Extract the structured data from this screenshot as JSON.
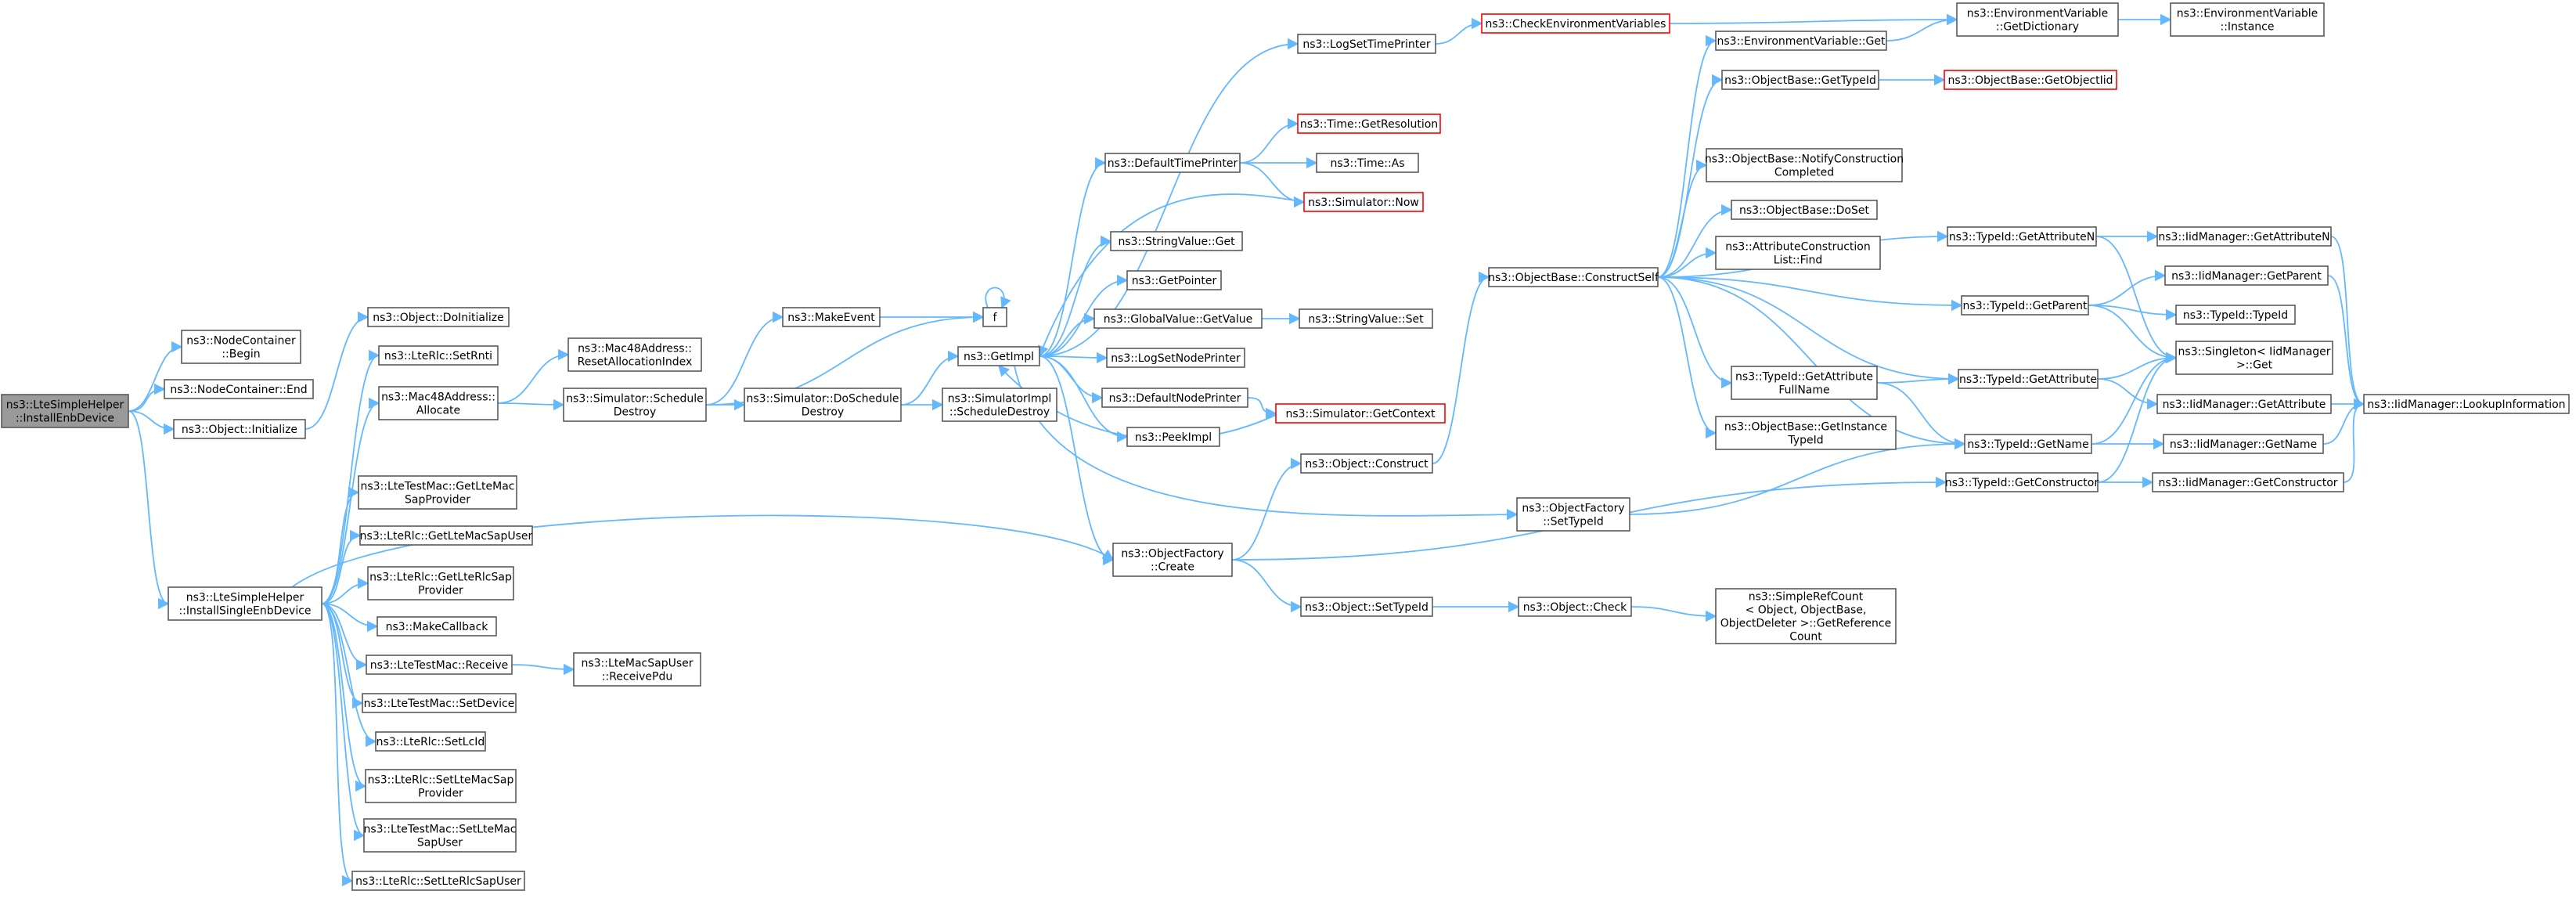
{
  "graph": {
    "edge_color": "#63b8ff",
    "node_border": "#5a5a5a",
    "root_fill": "#9a9a9a",
    "missing_border": "#ff0000"
  },
  "nodes": {
    "root": {
      "lines": [
        "ns3::LteSimpleHelper",
        "::InstallEnbDevice"
      ]
    },
    "nc_begin": {
      "lines": [
        "ns3::NodeContainer",
        "::Begin"
      ]
    },
    "nc_end": {
      "lines": [
        "ns3::NodeContainer::End"
      ]
    },
    "obj_init": {
      "lines": [
        "ns3::Object::Initialize"
      ]
    },
    "install_single": {
      "lines": [
        "ns3::LteSimpleHelper",
        "::InstallSingleEnbDevice"
      ]
    },
    "obj_doinit": {
      "lines": [
        "ns3::Object::DoInitialize"
      ]
    },
    "rlc_setrnti": {
      "lines": [
        "ns3::LteRlc::SetRnti"
      ]
    },
    "mac48_alloc": {
      "lines": [
        "ns3::Mac48Address::",
        "Allocate"
      ]
    },
    "testmac_getsapprov": {
      "lines": [
        "ns3::LteTestMac::GetLteMac",
        "SapProvider"
      ]
    },
    "rlc_getmacsapuser": {
      "lines": [
        "ns3::LteRlc::GetLteMacSapUser"
      ]
    },
    "rlc_getrlcsapprov": {
      "lines": [
        "ns3::LteRlc::GetLteRlcSap",
        "Provider"
      ]
    },
    "makecallback": {
      "lines": [
        "ns3::MakeCallback"
      ]
    },
    "testmac_receive": {
      "lines": [
        "ns3::LteTestMac::Receive"
      ]
    },
    "testmac_setdevice": {
      "lines": [
        "ns3::LteTestMac::SetDevice"
      ]
    },
    "rlc_setlcid": {
      "lines": [
        "ns3::LteRlc::SetLcId"
      ]
    },
    "rlc_setmacsapprov": {
      "lines": [
        "ns3::LteRlc::SetLteMacSap",
        "Provider"
      ]
    },
    "testmac_setsapuser": {
      "lines": [
        "ns3::LteTestMac::SetLteMac",
        "SapUser"
      ]
    },
    "rlc_setrlcsapuser": {
      "lines": [
        "ns3::LteRlc::SetLteRlcSapUser"
      ]
    },
    "mac48_reset": {
      "lines": [
        "ns3::Mac48Address::",
        "ResetAllocationIndex"
      ]
    },
    "sim_schedule_destroy": {
      "lines": [
        "ns3::Simulator::Schedule",
        "Destroy"
      ]
    },
    "macsapuser_receivepdu": {
      "lines": [
        "ns3::LteMacSapUser",
        "::ReceivePdu"
      ]
    },
    "makeevent": {
      "lines": [
        "ns3::MakeEvent"
      ]
    },
    "sim_doschedule": {
      "lines": [
        "ns3::Simulator::DoSchedule",
        "Destroy"
      ]
    },
    "f": {
      "lines": [
        "f"
      ]
    },
    "getimpl": {
      "lines": [
        "ns3::GetImpl"
      ]
    },
    "simimpl_schedule": {
      "lines": [
        "ns3::SimulatorImpl",
        "::ScheduleDestroy"
      ]
    },
    "objfactory_create": {
      "lines": [
        "ns3::ObjectFactory",
        "::Create"
      ]
    },
    "logsettimeprinter": {
      "lines": [
        "ns3::LogSetTimePrinter"
      ]
    },
    "defaulttimeprinter": {
      "lines": [
        "ns3::DefaultTimePrinter"
      ]
    },
    "stringvalue_get": {
      "lines": [
        "ns3::StringValue::Get"
      ]
    },
    "getpointer": {
      "lines": [
        "ns3::GetPointer"
      ]
    },
    "globalvalue_getvalue": {
      "lines": [
        "ns3::GlobalValue::GetValue"
      ]
    },
    "logsetnodeprinter": {
      "lines": [
        "ns3::LogSetNodePrinter"
      ]
    },
    "defaultnodeprinter": {
      "lines": [
        "ns3::DefaultNodePrinter"
      ]
    },
    "peekimpl": {
      "lines": [
        "ns3::PeekImpl"
      ]
    },
    "checkenv": {
      "lines": [
        "ns3::CheckEnvironmentVariables"
      ]
    },
    "time_getresolution": {
      "lines": [
        "ns3::Time::GetResolution"
      ]
    },
    "time_as": {
      "lines": [
        "ns3::Time::As"
      ]
    },
    "sim_now": {
      "lines": [
        "ns3::Simulator::Now"
      ]
    },
    "stringvalue_set": {
      "lines": [
        "ns3::StringValue::Set"
      ]
    },
    "sim_getcontext": {
      "lines": [
        "ns3::Simulator::GetContext"
      ]
    },
    "object_construct": {
      "lines": [
        "ns3::Object::Construct"
      ]
    },
    "object_settypeid": {
      "lines": [
        "ns3::Object::SetTypeId"
      ]
    },
    "objbase_constructself": {
      "lines": [
        "ns3::ObjectBase::ConstructSelf"
      ]
    },
    "objfactory_settypeid": {
      "lines": [
        "ns3::ObjectFactory",
        "::SetTypeId"
      ]
    },
    "object_check": {
      "lines": [
        "ns3::Object::Check"
      ]
    },
    "envvar_get": {
      "lines": [
        "ns3::EnvironmentVariable::Get"
      ]
    },
    "objbase_gettypeid": {
      "lines": [
        "ns3::ObjectBase::GetTypeId"
      ]
    },
    "objbase_notify": {
      "lines": [
        "ns3::ObjectBase::NotifyConstruction",
        "Completed"
      ]
    },
    "objbase_doset": {
      "lines": [
        "ns3::ObjectBase::DoSet"
      ]
    },
    "attrconstr_find": {
      "lines": [
        "ns3::AttributeConstruction",
        "List::Find"
      ]
    },
    "typeid_getattrfullname": {
      "lines": [
        "ns3::TypeId::GetAttribute",
        "FullName"
      ]
    },
    "objbase_getinstancetypeid": {
      "lines": [
        "ns3::ObjectBase::GetInstance",
        "TypeId"
      ]
    },
    "simplerefcount": {
      "lines": [
        "ns3::SimpleRefCount",
        "< Object, ObjectBase,",
        "ObjectDeleter >::GetReference",
        "Count"
      ]
    },
    "envvar_getdict": {
      "lines": [
        "ns3::EnvironmentVariable",
        "::GetDictionary"
      ]
    },
    "objbase_getobjecttid": {
      "lines": [
        "ns3::ObjectBase::GetObjectIid"
      ]
    },
    "typeid_getattributen": {
      "lines": [
        "ns3::TypeId::GetAttributeN"
      ]
    },
    "typeid_getparent": {
      "lines": [
        "ns3::TypeId::GetParent"
      ]
    },
    "typeid_getattribute": {
      "lines": [
        "ns3::TypeId::GetAttribute"
      ]
    },
    "typeid_getname": {
      "lines": [
        "ns3::TypeId::GetName"
      ]
    },
    "typeid_getconstructor": {
      "lines": [
        "ns3::TypeId::GetConstructor"
      ]
    },
    "envvar_instance": {
      "lines": [
        "ns3::EnvironmentVariable",
        "::Instance"
      ]
    },
    "iid_getattributen": {
      "lines": [
        "ns3::IidManager::GetAttributeN"
      ]
    },
    "iid_getparent": {
      "lines": [
        "ns3::IidManager::GetParent"
      ]
    },
    "typeid_typeid": {
      "lines": [
        "ns3::TypeId::TypeId"
      ]
    },
    "singleton_get": {
      "lines": [
        "ns3::Singleton< IidManager",
        ">::Get"
      ]
    },
    "iid_getattribute": {
      "lines": [
        "ns3::IidManager::GetAttribute"
      ]
    },
    "iid_getname": {
      "lines": [
        "ns3::IidManager::GetName"
      ]
    },
    "iid_getconstructor": {
      "lines": [
        "ns3::IidManager::GetConstructor"
      ]
    },
    "iid_lookupinfo": {
      "lines": [
        "ns3::IidManager::LookupInformation"
      ]
    }
  }
}
